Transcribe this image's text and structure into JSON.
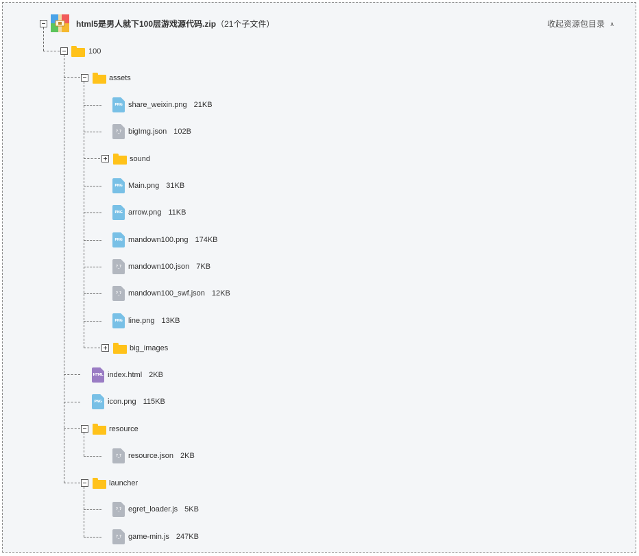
{
  "root": {
    "title": "html5是男人就下100层游戏源代码.zip",
    "count": "（21个子文件）",
    "collapse_label": "收起资源包目录",
    "collapse_chevron": "∧"
  },
  "tree": {
    "folder_100": {
      "label": "100"
    },
    "folder_assets": {
      "label": "assets"
    },
    "assets": {
      "share_weixin": {
        "name": "share_weixin.png",
        "size": "21KB",
        "badge": "PNG"
      },
      "bigimg_json": {
        "name": "bigImg.json",
        "size": "102B",
        "badge": "?_?"
      },
      "folder_sound": {
        "label": "sound"
      },
      "main_png": {
        "name": "Main.png",
        "size": "31KB",
        "badge": "PNG"
      },
      "arrow_png": {
        "name": "arrow.png",
        "size": "11KB",
        "badge": "PNG"
      },
      "mandown_png": {
        "name": "mandown100.png",
        "size": "174KB",
        "badge": "PNG"
      },
      "mandown_json": {
        "name": "mandown100.json",
        "size": "7KB",
        "badge": "?_?"
      },
      "mandown_swf": {
        "name": "mandown100_swf.json",
        "size": "12KB",
        "badge": "?_?"
      },
      "line_png": {
        "name": "line.png",
        "size": "13KB",
        "badge": "PNG"
      },
      "folder_big_images": {
        "label": "big_images"
      }
    },
    "index_html": {
      "name": "index.html",
      "size": "2KB",
      "badge": "HTML"
    },
    "icon_png": {
      "name": "icon.png",
      "size": "115KB",
      "badge": "PNG"
    },
    "folder_resource": {
      "label": "resource"
    },
    "resource_json": {
      "name": "resource.json",
      "size": "2KB",
      "badge": "?_?"
    },
    "folder_launcher": {
      "label": "launcher"
    },
    "egret_loader": {
      "name": "egret_loader.js",
      "size": "5KB",
      "badge": "?_?"
    },
    "game_min": {
      "name": "game-min.js",
      "size": "247KB",
      "badge": "?_?"
    }
  }
}
